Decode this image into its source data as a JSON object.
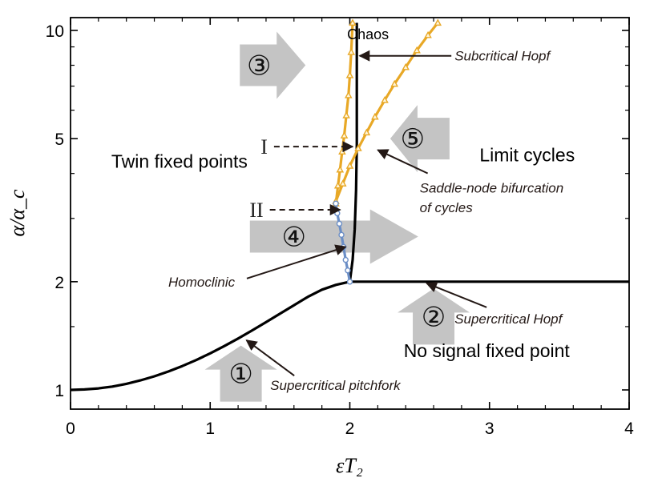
{
  "chart_data": {
    "type": "line",
    "xlabel": "εT₂",
    "ylabel": "α/α_c",
    "xlim": [
      0,
      4
    ],
    "ylim": [
      0.9,
      10.5
    ],
    "y_scale": "log",
    "grid": false,
    "x_ticks": [
      0,
      1,
      2,
      3,
      4
    ],
    "y_ticks": [
      1,
      2,
      5,
      10
    ],
    "series": [
      {
        "color": "#000000",
        "x": [
          0,
          0.1,
          0.2,
          0.3,
          0.4,
          0.5,
          0.6,
          0.7,
          0.8,
          0.9,
          1.0,
          1.1,
          1.2,
          1.3,
          1.4,
          1.5,
          1.6,
          1.7,
          1.8,
          1.9,
          2.0
        ],
        "y": [
          1.0,
          1.003,
          1.01,
          1.022,
          1.04,
          1.063,
          1.091,
          1.125,
          1.165,
          1.211,
          1.264,
          1.324,
          1.39,
          1.463,
          1.543,
          1.629,
          1.72,
          1.816,
          1.9,
          1.96,
          2.0
        ]
      },
      {
        "color": "#000000",
        "x": [
          2.0,
          4.0
        ],
        "y": [
          2.0,
          2.0
        ]
      },
      {
        "color": "#000000",
        "x": [
          2.0,
          2.02,
          2.035,
          2.045,
          2.05,
          2.05
        ],
        "y": [
          2.0,
          2.3,
          2.8,
          3.6,
          4.8,
          10.5
        ]
      },
      {
        "color": "#e8a826",
        "x": [
          1.9,
          1.915,
          1.93,
          1.945,
          1.96,
          1.975,
          1.99,
          2.0,
          2.01,
          2.02
        ],
        "y": [
          3.3,
          3.7,
          4.1,
          4.6,
          5.1,
          5.8,
          6.6,
          7.5,
          8.7,
          10.5
        ],
        "marker": "triangle"
      },
      {
        "color": "#e8a826",
        "x": [
          1.9,
          1.95,
          2.0,
          2.06,
          2.12,
          2.18,
          2.25,
          2.32,
          2.4,
          2.48,
          2.56,
          2.63
        ],
        "y": [
          3.35,
          3.75,
          4.2,
          4.7,
          5.2,
          5.75,
          6.4,
          7.1,
          7.9,
          8.8,
          9.7,
          10.5
        ],
        "marker": "triangle"
      },
      {
        "color": "#6b8ec6",
        "x": [
          1.9,
          1.91,
          1.925,
          1.94,
          1.955,
          1.97,
          1.985,
          2.0
        ],
        "y": [
          3.3,
          3.1,
          2.9,
          2.7,
          2.5,
          2.3,
          2.15,
          2.0
        ],
        "marker": "circle"
      }
    ],
    "regions": [
      {
        "text": "Chaos",
        "x": 2.13,
        "y": 9.8
      },
      {
        "text": "Twin fixed points",
        "x": 0.78,
        "y": 4.3
      },
      {
        "text": "Limit cycles",
        "x": 3.27,
        "y": 4.48
      },
      {
        "text": "No signal fixed point",
        "x": 2.98,
        "y": 1.28
      }
    ],
    "annotations": [
      {
        "text": "Subcritical Hopf",
        "tx": 2.75,
        "ty": 8.5,
        "ax": 2.07,
        "ay": 8.5
      },
      {
        "text": "Saddle-node bifurcation",
        "tx": 2.5,
        "ty": 3.65,
        "ax": 2.2,
        "ay": 4.65
      },
      {
        "text": "of cycles",
        "tx": 2.5,
        "ty": 3.22,
        "ax": null,
        "ay": null
      },
      {
        "text": "Homoclinic",
        "tx": 0.7,
        "ty": 2.0,
        "ax": 1.97,
        "ay": 2.5
      },
      {
        "text": "Supercritical Hopf",
        "tx": 2.75,
        "ty": 1.58,
        "ax": 2.55,
        "ay": 1.98
      },
      {
        "text": "Supercritical pitchfork",
        "tx": 1.43,
        "ty": 1.03,
        "ax": 1.26,
        "ay": 1.375
      }
    ],
    "roman_markers": [
      {
        "text": "I",
        "x": 1.48,
        "y": 4.75,
        "ax": 2.02,
        "ay": 4.75
      },
      {
        "text": "II",
        "x": 1.45,
        "y": 3.17,
        "ax": 1.93,
        "ay": 3.17
      }
    ],
    "arrows": [
      {
        "label": "①",
        "x": 1.22,
        "y": 1.11,
        "direction": "up"
      },
      {
        "label": "②",
        "x": 2.6,
        "y": 1.6,
        "direction": "up"
      },
      {
        "label": "③",
        "x": 1.35,
        "y": 8.0,
        "direction": "right"
      },
      {
        "label": "④",
        "x": 1.6,
        "y": 2.67,
        "direction": "right"
      },
      {
        "label": "⑤",
        "x": 2.45,
        "y": 5.0,
        "direction": "left"
      }
    ],
    "colors": {
      "boundary": "#000000",
      "saddle_node": "#e8a826",
      "homoclinic": "#6b8ec6",
      "arrow_fill": "#c4c4c4",
      "annotation": "#231815"
    }
  }
}
